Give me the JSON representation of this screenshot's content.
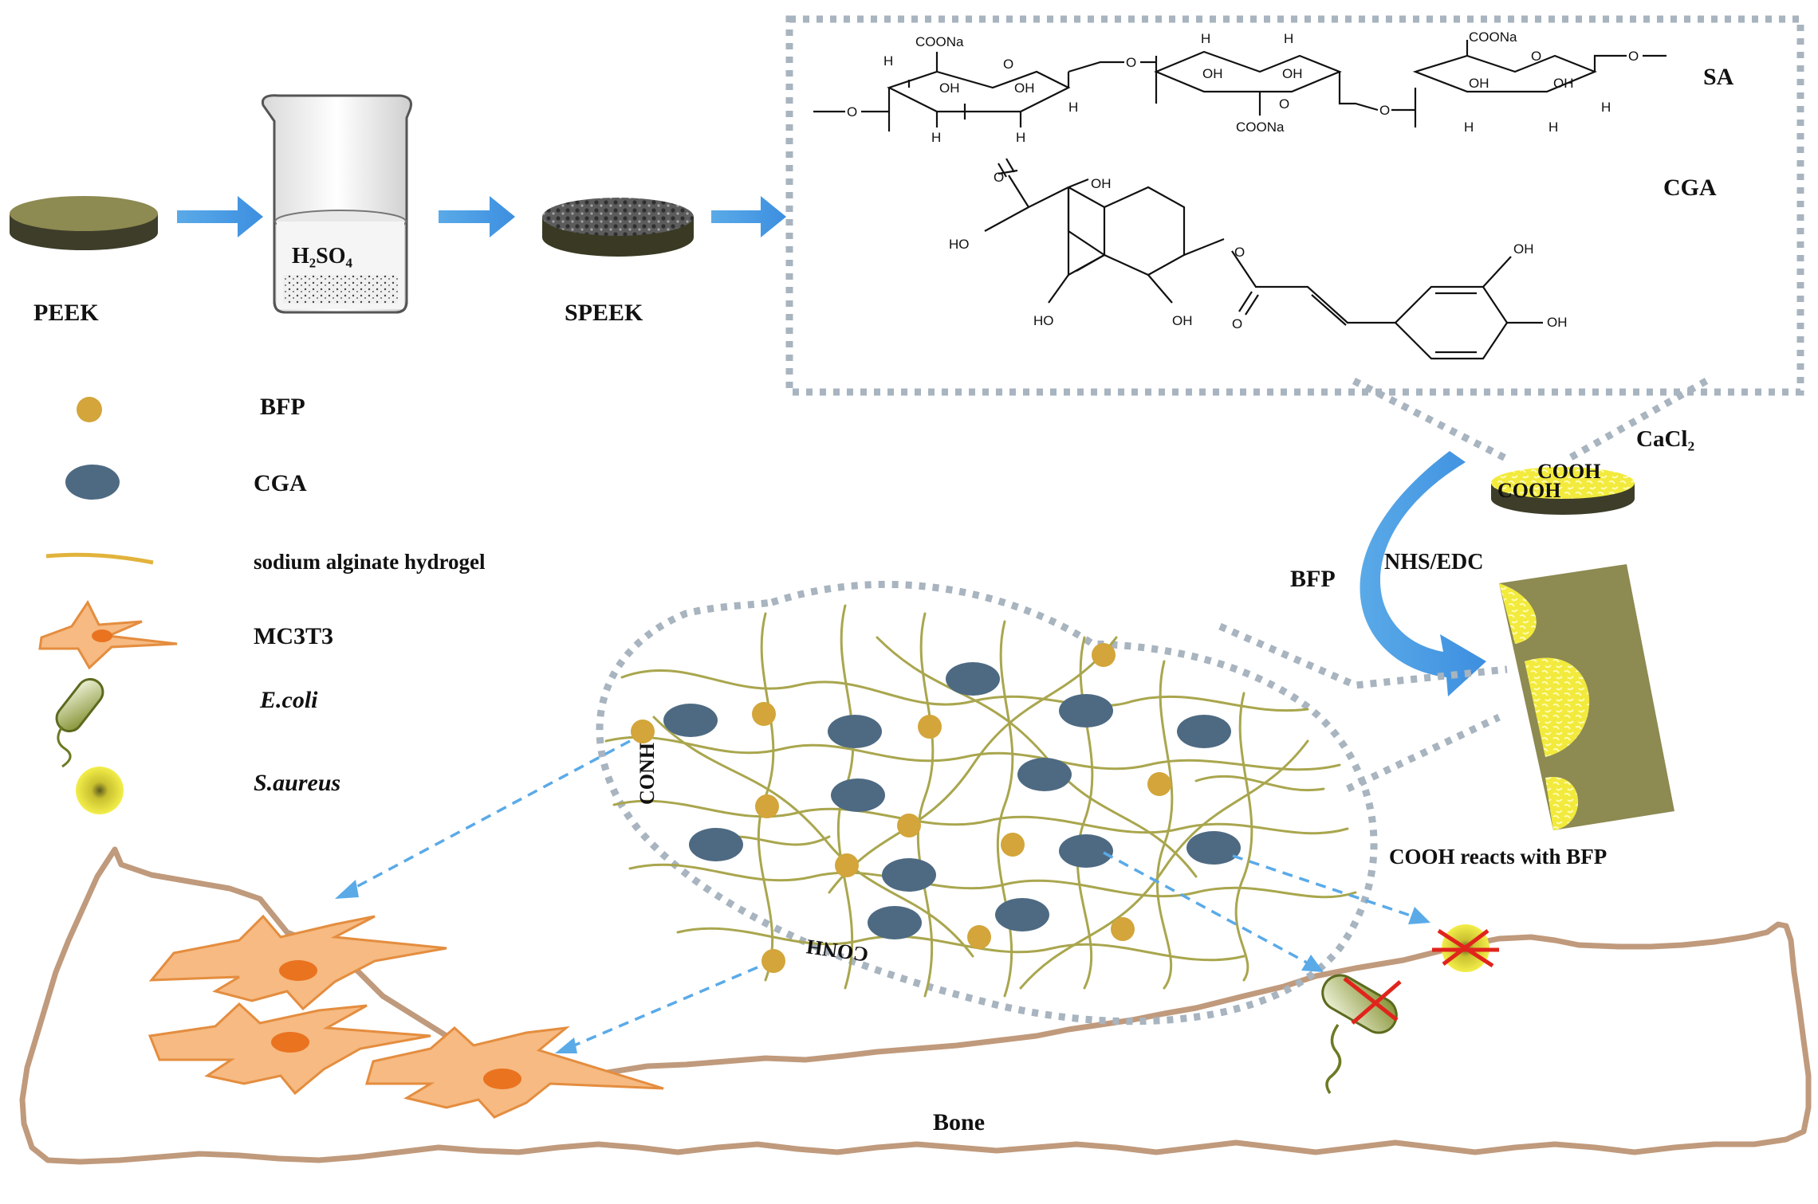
{
  "diagram": {
    "process": {
      "peek": "PEEK",
      "acid": "H₂SO₄",
      "speek": "SPEEK"
    },
    "structures": {
      "sa_label": "SA",
      "cga_label": "CGA",
      "sa_groups": {
        "coona": "COONa",
        "oh": "OH",
        "h": "H",
        "o": "O"
      },
      "cga_groups": {
        "ho": "HO",
        "oh": "OH",
        "o": "O"
      }
    },
    "legend": [
      {
        "label": "BFP",
        "color": "#d3a53a"
      },
      {
        "label": "CGA",
        "color": "#4e6a82"
      },
      {
        "label": "sodium  alginate hydrogel",
        "color": "#e2b33c"
      },
      {
        "label": "MC3T3",
        "color": "#f6ba82"
      },
      {
        "label": "E.coli",
        "color": "#8f9a3a"
      },
      {
        "label": "S.aureus",
        "color": "#e8e042"
      }
    ],
    "reaction": {
      "cacl2": "CaCl₂",
      "cooh": "COOH",
      "bfp": "BFP",
      "nhs_edc": "NHS/EDC",
      "result": "COOH  reacts with  BFP"
    },
    "network": {
      "conh": "CONH"
    },
    "bone_label": "Bone",
    "colors": {
      "arrow": "#4aa0ea",
      "dotted_border": "#a8b4bf",
      "bone_outline": "#c09a7c",
      "disc_top": "#8d8a52",
      "cell": "#f6ba82",
      "inhibit_mark": "#e0241c"
    }
  }
}
